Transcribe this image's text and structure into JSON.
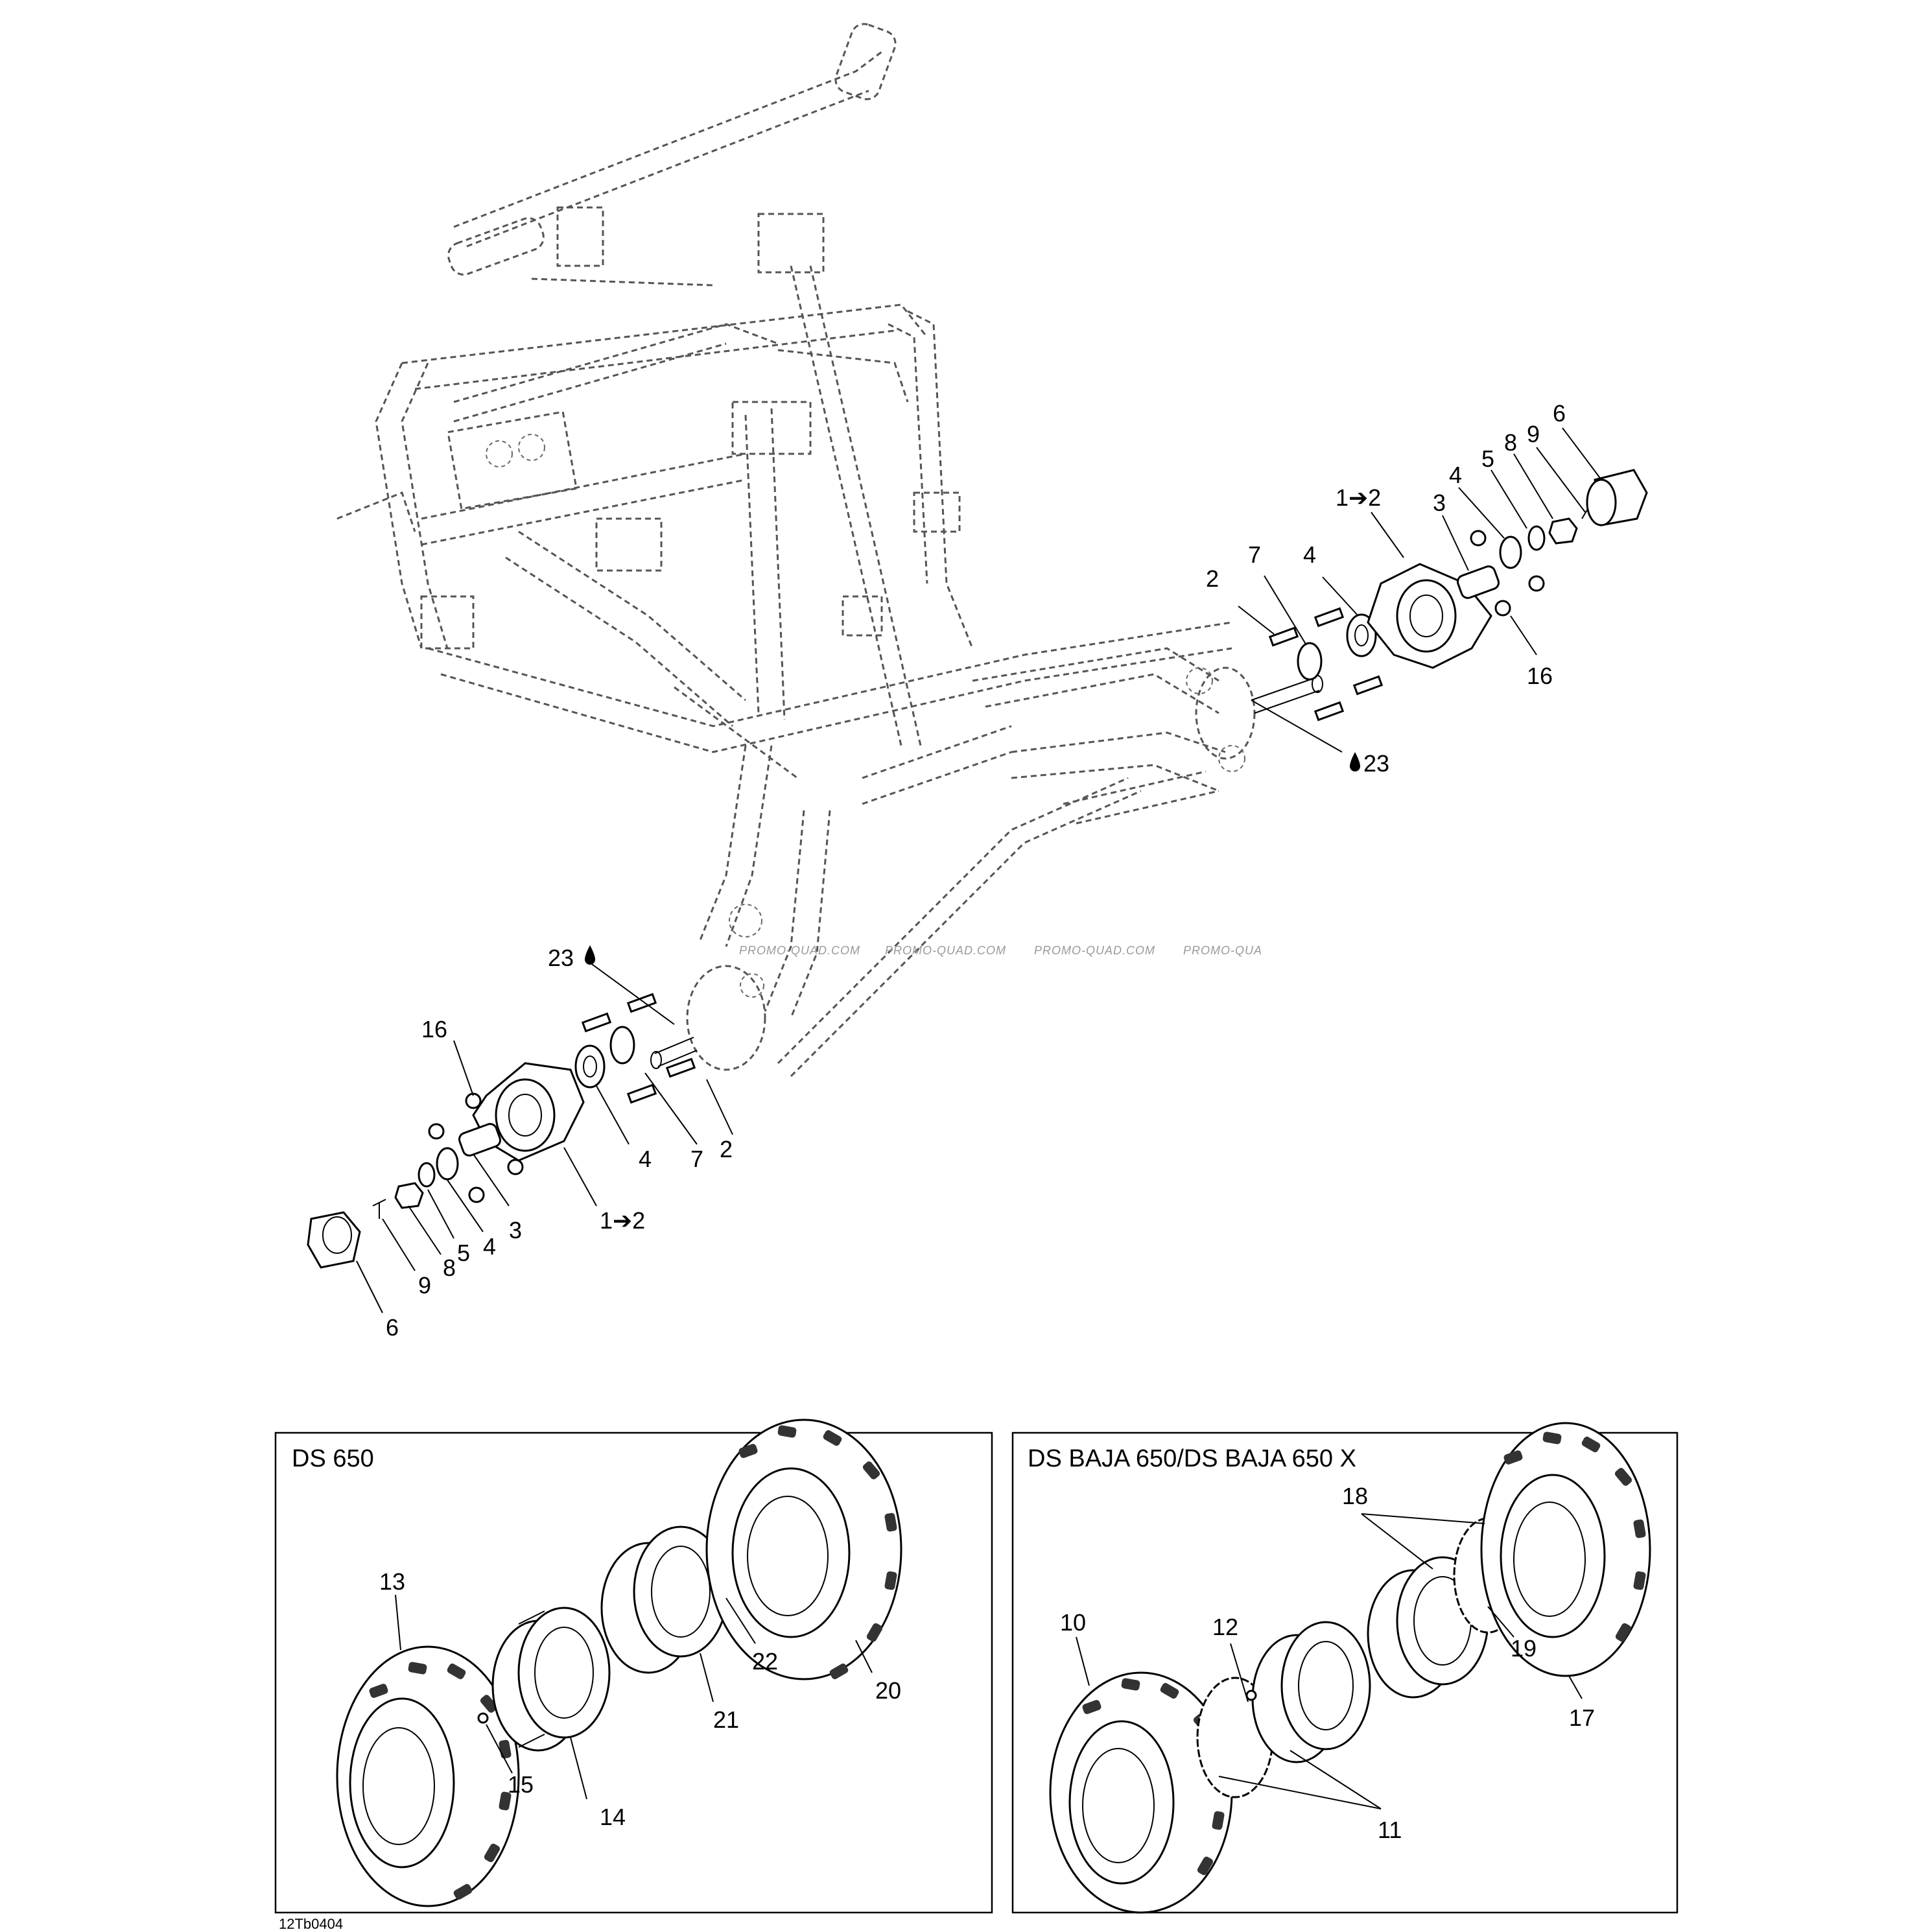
{
  "diagram": {
    "front_hub_labels": {
      "hub_left": "1➔2",
      "hub_right": "1➔2",
      "stud": "2",
      "spacer": "3",
      "bearing": "4",
      "washer": "5",
      "cap": "6",
      "seal": "7",
      "nut": "8",
      "cotter_pin": "9",
      "wheel_nut": "16",
      "grease": "23"
    },
    "panels": {
      "left_title": "DS 650",
      "right_title": "DS BAJA 650/DS BAJA 650 X",
      "left_labels": [
        "13",
        "14",
        "15",
        "20",
        "21",
        "22"
      ],
      "right_labels": [
        "10",
        "11",
        "12",
        "17",
        "18",
        "19"
      ]
    },
    "watermark": [
      "PROMO-QUAD.COM",
      "PROMO-QUAD.COM",
      "PROMO-QUAD.COM",
      "PROMO-QUA"
    ],
    "drawing_code": "12Tb0404"
  }
}
